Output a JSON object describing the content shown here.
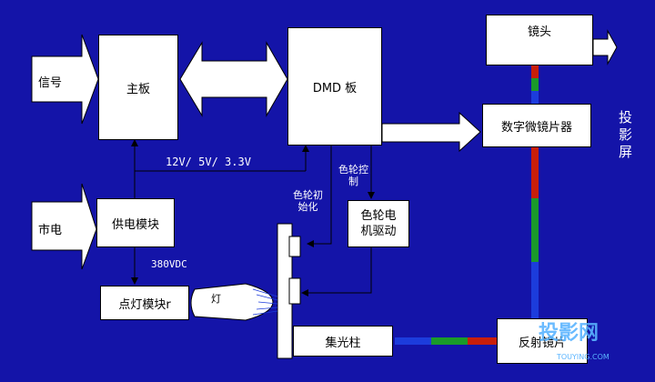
{
  "nodes": {
    "signal": "信号",
    "mainboard": "主板",
    "dmd_board": "DMD 板",
    "lens": "镜头",
    "dmd_chip": "数字微镜片器",
    "projection_screen": "投\n影\n屏",
    "mains": "市电",
    "power_module": "供电模块",
    "color_wheel_driver": "色轮电\n机驱动",
    "lamp_module": "点灯模块r",
    "lamp": "灯",
    "light_rod": "集光柱",
    "reflector": "反射镜片"
  },
  "labels": {
    "voltages": "12V/ 5V/ 3.3V",
    "dc_380": "380VDC",
    "color_wheel_control": "色轮控\n制",
    "color_wheel_init": "色轮初\n始化"
  },
  "watermark": {
    "text": "投影网",
    "sub": "TOUYING.COM"
  },
  "colors": {
    "background": "#1414a8",
    "red": "#c81e0a",
    "green": "#1a9a2a",
    "blue": "#1c3cdc"
  }
}
